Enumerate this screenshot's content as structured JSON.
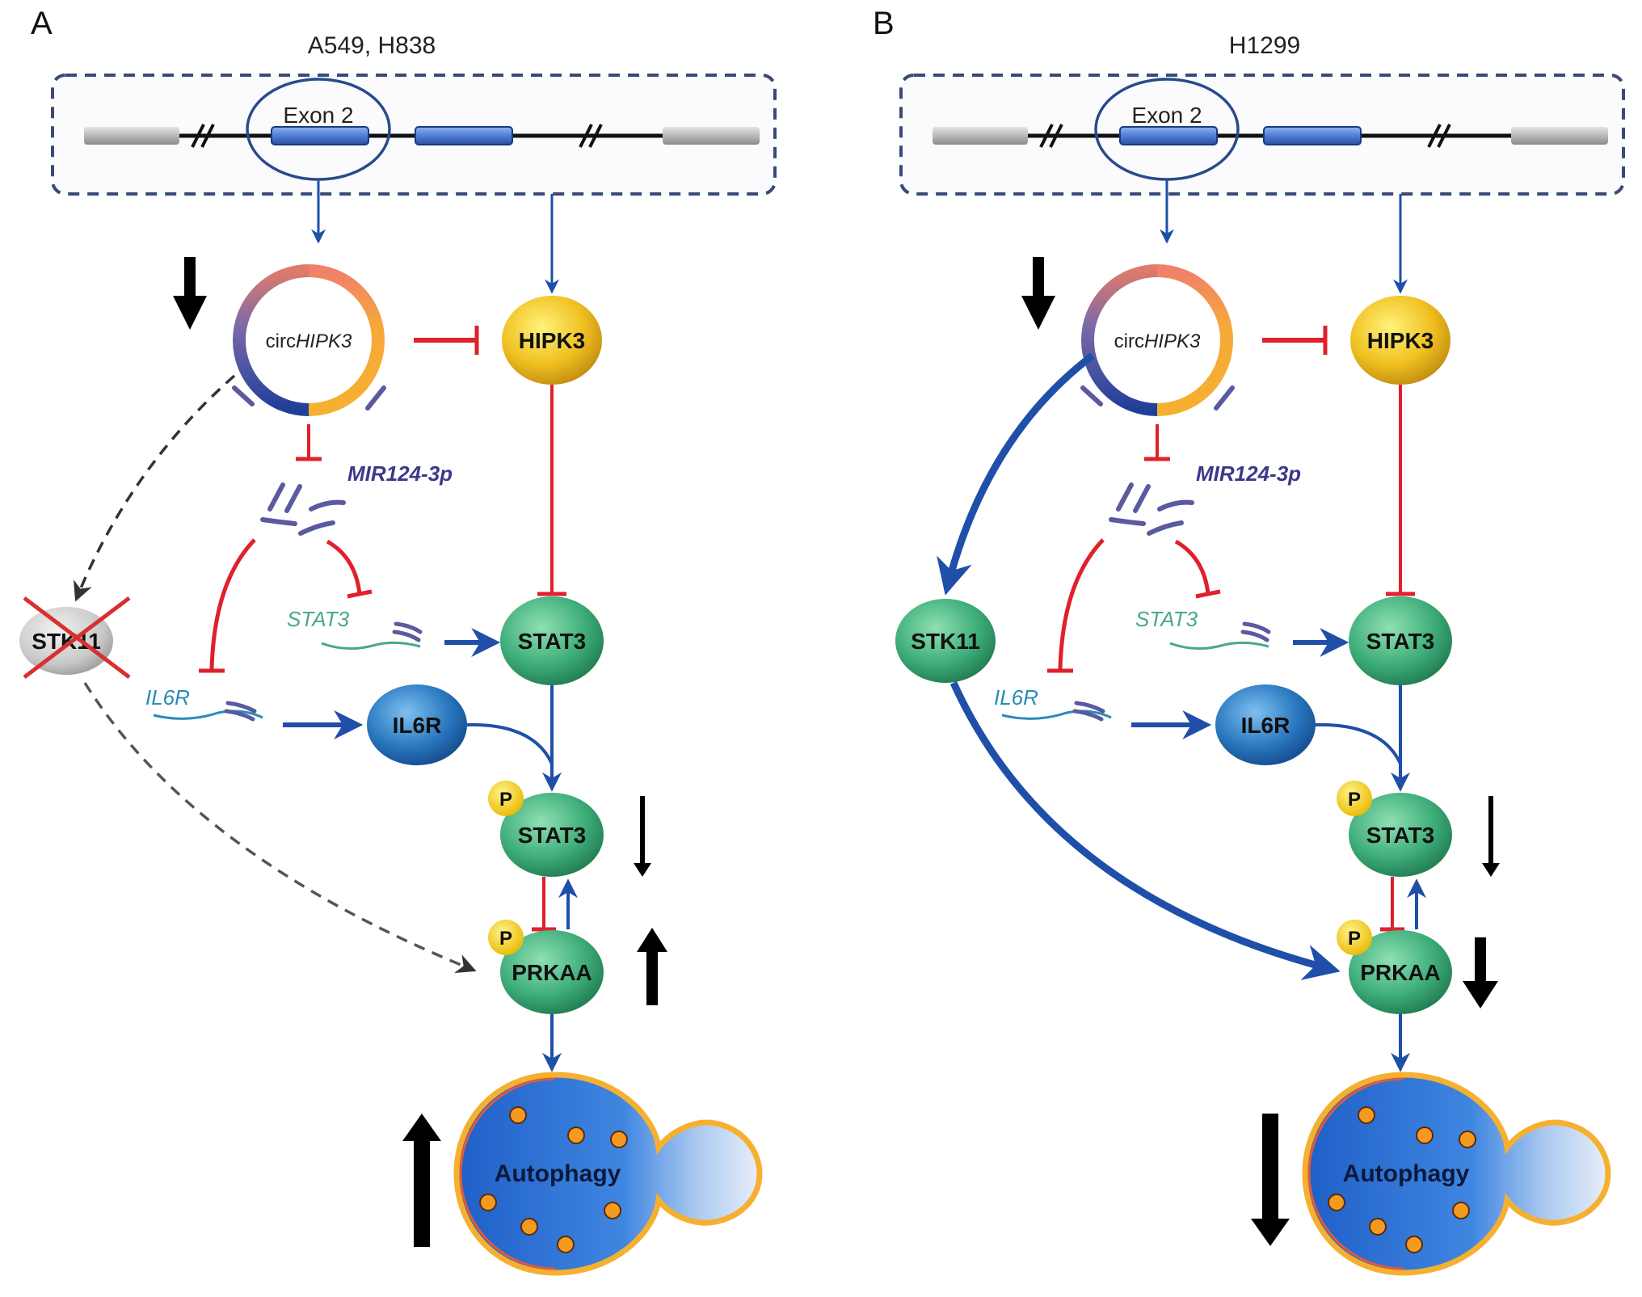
{
  "figure": {
    "panels": [
      {
        "letter": "A",
        "title": "A549, H838",
        "exon_label": "Exon 2",
        "circrna": {
          "prefix": "circ",
          "gene": "HIPK3"
        },
        "mirna": "MIR124-3p",
        "nodes": {
          "hipk3": "HIPK3",
          "stk11": "STK11",
          "stat3_mrna": "STAT3",
          "stat3": "STAT3",
          "il6r_mrna": "IL6R",
          "il6r": "IL6R",
          "p_stat3": "STAT3",
          "prkaa": "PRKAA",
          "phospho": "P",
          "autophagy": "Autophagy"
        },
        "stk11_status": "deleted",
        "stk11_link": "dashed",
        "trends": {
          "circhipk3": "down",
          "p_stat3": "down",
          "p_prkaa": "up",
          "autophagy": "up"
        }
      },
      {
        "letter": "B",
        "title": "H1299",
        "exon_label": "Exon 2",
        "circrna": {
          "prefix": "circ",
          "gene": "HIPK3"
        },
        "mirna": "MIR124-3p",
        "nodes": {
          "hipk3": "HIPK3",
          "stk11": "STK11",
          "stat3_mrna": "STAT3",
          "stat3": "STAT3",
          "il6r_mrna": "IL6R",
          "il6r": "IL6R",
          "p_stat3": "STAT3",
          "prkaa": "PRKAA",
          "phospho": "P",
          "autophagy": "Autophagy"
        },
        "stk11_status": "present",
        "stk11_link": "solid",
        "trends": {
          "circhipk3": "down",
          "p_stat3": "down",
          "p_prkaa": "down",
          "autophagy": "down"
        }
      }
    ],
    "colors": {
      "activation": "#1f4fa8",
      "inhibition": "#e0202a",
      "stat3_node": "#3fae7a",
      "hipk3_node": "#f0c020",
      "il6r_node": "#2a78c0",
      "stk11_deleted": "#c8c8c8",
      "autophagosome": "#2f6fd0"
    }
  }
}
